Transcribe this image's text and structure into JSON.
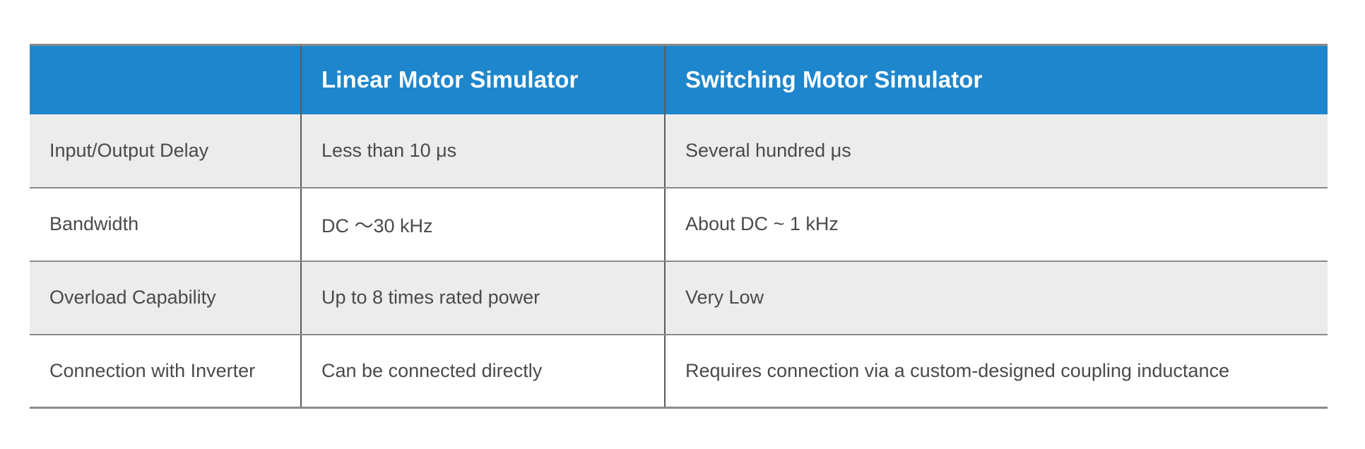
{
  "table": {
    "headers": [
      {
        "label": "",
        "name": "header-corner"
      },
      {
        "label": "Linear Motor Simulator",
        "name": "header-linear-motor-simulator"
      },
      {
        "label": "Switching Motor Simulator",
        "name": "header-switching-motor-simulator"
      }
    ],
    "rows": [
      {
        "feature": "Input/Output Delay",
        "linear": "Less than 10 μs",
        "switching": "Several hundred μs"
      },
      {
        "feature": "Bandwidth",
        "linear": "DC 〜30 kHz",
        "switching": "About DC ~ 1 kHz"
      },
      {
        "feature": "Overload Capability",
        "linear": "Up to 8 times rated power",
        "switching": "Very Low"
      },
      {
        "feature": "Connection with Inverter",
        "linear": "Can be connected directly",
        "switching": "Requires connection via a custom-designed coupling inductance"
      }
    ]
  },
  "colors": {
    "header_background": "#1e86cc",
    "header_text": "#ffffff",
    "row_shaded_background": "#ececec",
    "row_plain_background": "#ffffff",
    "body_text": "#4a4a4a",
    "border": "#8a8a8a",
    "column_divider": "#5b5b5b",
    "page_background": "#ffffff"
  }
}
